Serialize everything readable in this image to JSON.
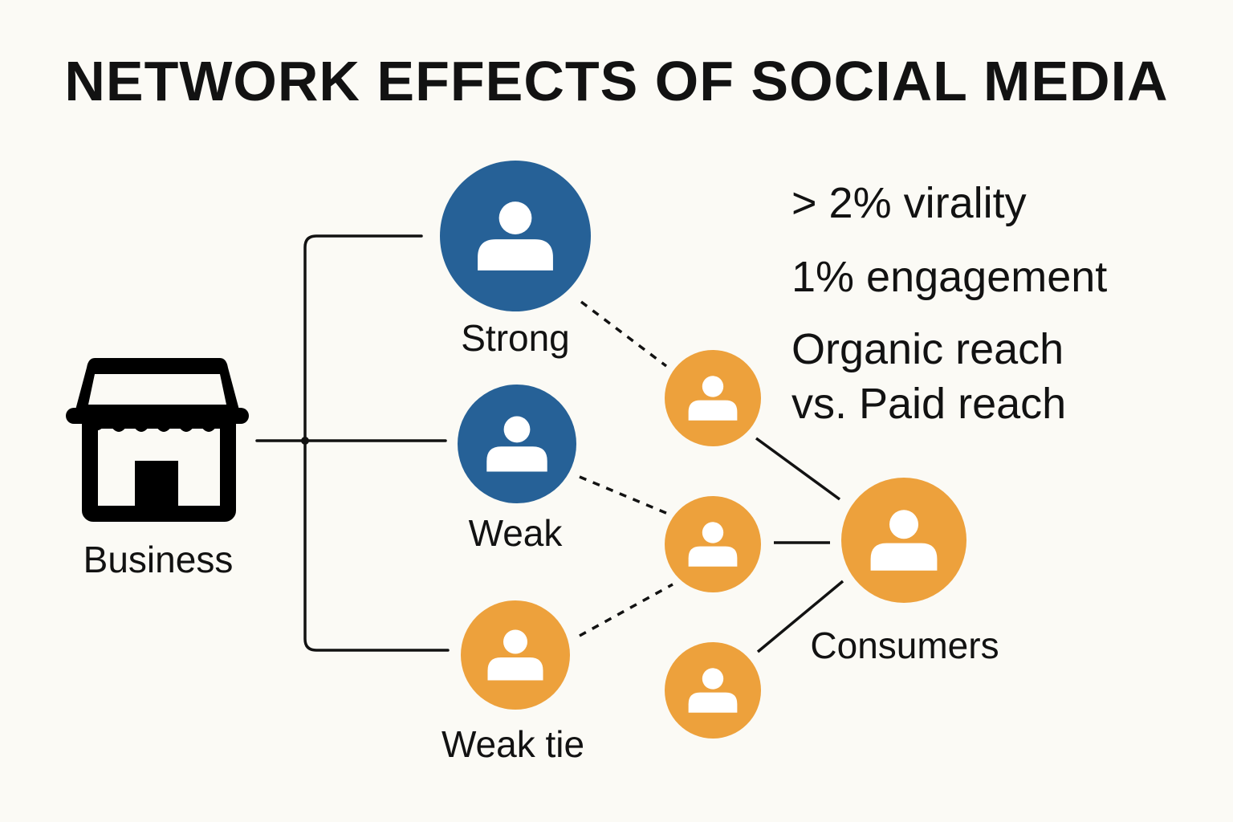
{
  "title": "NETWORK EFFECTS OF SOCIAL MEDIA",
  "colors": {
    "blue": "#266197",
    "orange": "#eda13c",
    "ink": "#121212",
    "background": "#fbfaf5",
    "icon_fill": "#ffffff"
  },
  "nodes": {
    "business": {
      "label": "Business",
      "icon": "storefront-icon"
    },
    "strong": {
      "label": "Strong",
      "color": "blue",
      "icon": "person-icon"
    },
    "weak": {
      "label": "Weak",
      "color": "blue",
      "icon": "person-icon"
    },
    "weak_tie": {
      "label": "Weak tie",
      "color": "orange",
      "icon": "person-icon"
    },
    "consumers": {
      "label": "Consumers",
      "color": "orange",
      "icon": "person-icon"
    },
    "intermediates": [
      {
        "color": "orange",
        "icon": "person-icon"
      },
      {
        "color": "orange",
        "icon": "person-icon"
      },
      {
        "color": "orange",
        "icon": "person-icon"
      }
    ]
  },
  "edges": [
    {
      "from": "business",
      "to": "strong",
      "style": "solid"
    },
    {
      "from": "business",
      "to": "weak",
      "style": "solid"
    },
    {
      "from": "business",
      "to": "weak_tie",
      "style": "solid"
    },
    {
      "from": "strong",
      "to": "intermediate-1",
      "style": "dashed"
    },
    {
      "from": "weak",
      "to": "intermediate-2",
      "style": "dashed"
    },
    {
      "from": "weak_tie",
      "to": "intermediate-2",
      "style": "dashed"
    },
    {
      "from": "intermediate-1",
      "to": "consumers",
      "style": "solid"
    },
    {
      "from": "intermediate-2",
      "to": "consumers",
      "style": "solid"
    },
    {
      "from": "intermediate-3",
      "to": "consumers",
      "style": "solid"
    }
  ],
  "stats": {
    "virality": "> 2% virality",
    "engagement": "1% engagement",
    "reach_line1": "Organic reach",
    "reach_line2": "vs. Paid reach"
  }
}
